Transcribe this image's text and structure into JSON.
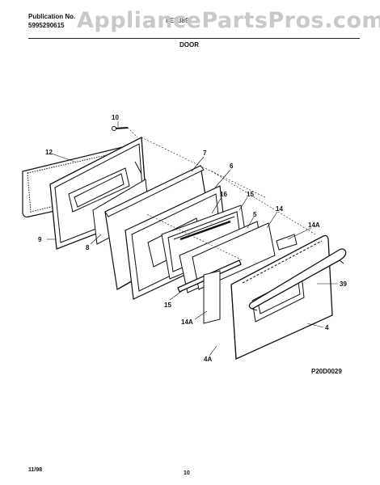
{
  "header": {
    "publication_label": "Publication No.",
    "publication_number": "5995290615",
    "model": "FEF389",
    "section_title": "DOOR"
  },
  "watermark": "AppliancePartsPros.com",
  "callouts": [
    {
      "id": "c-10",
      "label": "10"
    },
    {
      "id": "c-12",
      "label": "12"
    },
    {
      "id": "c-7",
      "label": "7"
    },
    {
      "id": "c-6",
      "label": "6"
    },
    {
      "id": "c-16",
      "label": "16"
    },
    {
      "id": "c-15a",
      "label": "15"
    },
    {
      "id": "c-14",
      "label": "14"
    },
    {
      "id": "c-5",
      "label": "5"
    },
    {
      "id": "c-14a-top",
      "label": "14A"
    },
    {
      "id": "c-9",
      "label": "9"
    },
    {
      "id": "c-8",
      "label": "8"
    },
    {
      "id": "c-39",
      "label": "39"
    },
    {
      "id": "c-15b",
      "label": "15"
    },
    {
      "id": "c-14a-bottom",
      "label": "14A"
    },
    {
      "id": "c-4",
      "label": "4"
    },
    {
      "id": "c-4a",
      "label": "4A"
    }
  ],
  "figure_code": "P20D0029",
  "footer": {
    "date": "11/98",
    "page": "10"
  }
}
